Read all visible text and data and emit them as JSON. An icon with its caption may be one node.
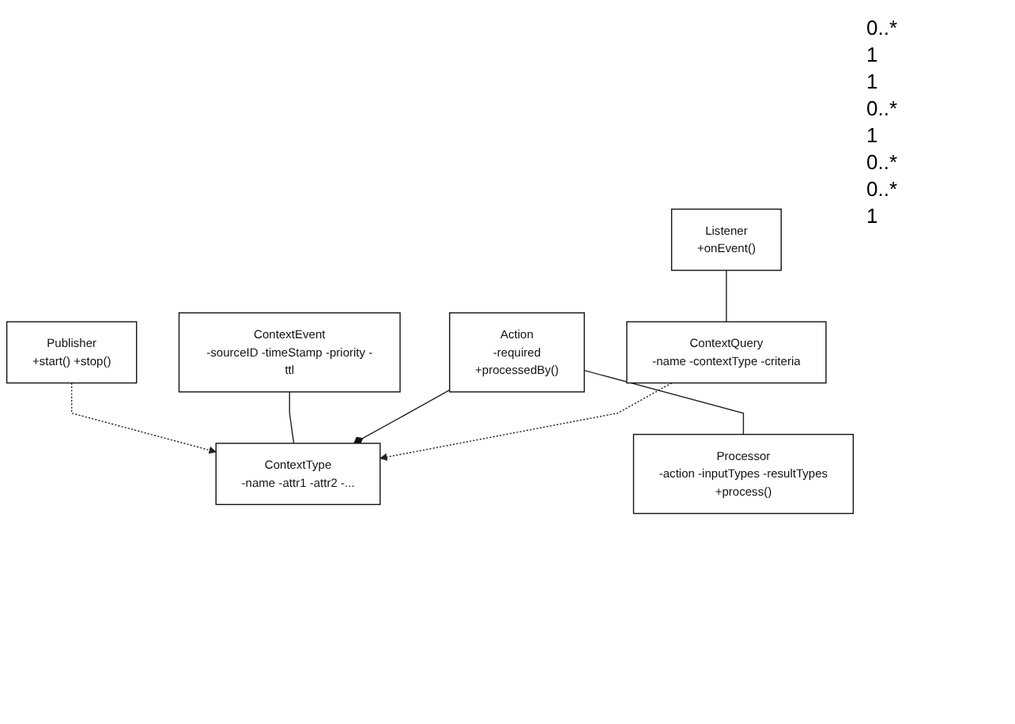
{
  "diagram": {
    "nodes": [
      {
        "text": [
          "Publisher",
          "+start() +stop()"
        ]
      },
      {
        "text": [
          "ContextEvent",
          "-sourceID -timeStamp -priority -ttl"
        ]
      },
      {
        "text": [
          "ContextType",
          "-name -attr1 -attr2 -..."
        ]
      },
      {
        "text": [
          "Action",
          "-required",
          "+processedBy()"
        ]
      },
      {
        "text": [
          "Processor",
          "-action -inputTypes -resultTypes",
          "+process()"
        ]
      },
      {
        "text": [
          "Listener",
          "+onEvent()"
        ]
      },
      {
        "text": [
          "ContextQuery",
          "-name -contextType -criteria"
        ]
      }
    ],
    "edges": [
      {
        "from": 0,
        "to": 2,
        "arrow": "to",
        "style": "dashed"
      },
      {
        "from": 1,
        "to": 2,
        "arrow": "none"
      },
      {
        "from": 3,
        "to": 2,
        "arrow": "other"
      },
      {
        "from": 3,
        "to": 4,
        "arrow": "none"
      },
      {
        "from": 5,
        "to": 6,
        "arrow": "none"
      },
      {
        "from": 6,
        "to": 2,
        "arrow": "to",
        "style": "dashed"
      }
    ],
    "labels": [
      "0..*",
      "1",
      "1",
      "0..*",
      "1",
      "0..*",
      "0..*",
      "1"
    ]
  }
}
